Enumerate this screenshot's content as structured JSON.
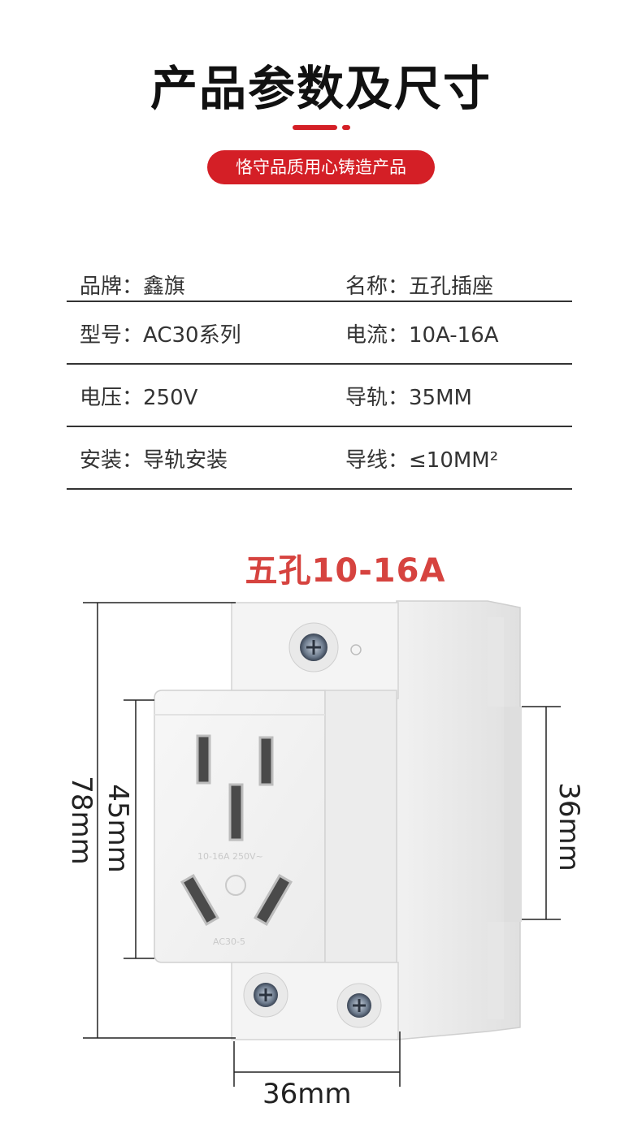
{
  "header": {
    "title": "产品参数及尺寸",
    "subtitle": "恪守品质用心铸造产品"
  },
  "specs": [
    {
      "left": "品牌：鑫旗",
      "right": "名称：五孔插座"
    },
    {
      "left": "型号：AC30系列",
      "right": "电流：10A-16A"
    },
    {
      "left": "电压：250V",
      "right": "导轨：35MM"
    },
    {
      "left": "安装：导轨安装",
      "right": "导线：≤10MM²"
    }
  ],
  "product": {
    "label": "五孔10-16A",
    "rating_text": "10-16A 250V~",
    "model_text": "AC30-5"
  },
  "dimensions": {
    "height_total": "78mm",
    "height_front": "45mm",
    "height_rail": "36mm",
    "width": "36mm"
  },
  "colors": {
    "accent": "#d41f26",
    "label": "#d6433f"
  }
}
